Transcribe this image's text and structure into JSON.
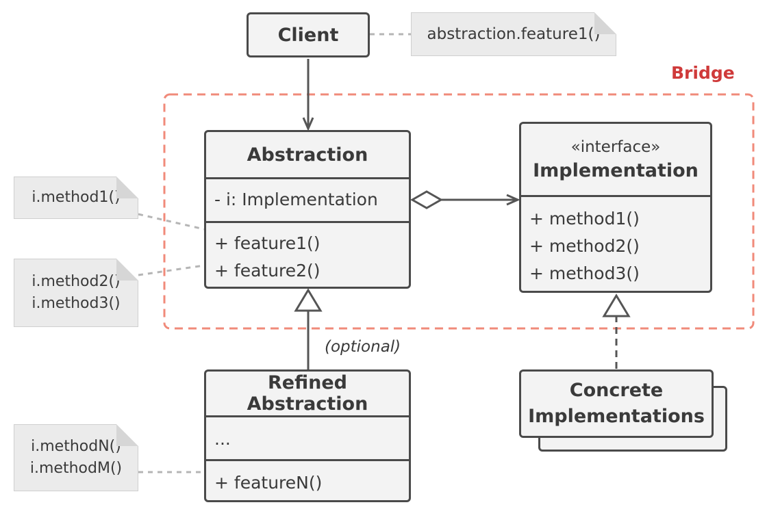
{
  "client": {
    "title": "Client"
  },
  "notes": {
    "client_note": "abstraction.feature1()",
    "feature1_note": "i.method1()",
    "feature2_note": [
      "i.method2()",
      "i.method3()"
    ],
    "featureN_note": [
      "i.methodN()",
      "i.methodM()"
    ]
  },
  "bridge": {
    "label": "Bridge"
  },
  "abstraction": {
    "title": "Abstraction",
    "fields": [
      "- i: Implementation"
    ],
    "methods": [
      "+ feature1()",
      "+ feature2()"
    ]
  },
  "implementation": {
    "stereotype": "«interface»",
    "title": "Implementation",
    "methods": [
      "+ method1()",
      "+ method2()",
      "+ method3()"
    ]
  },
  "refined_abstraction": {
    "title": "Refined Abstraction",
    "fields": [
      "..."
    ],
    "methods": [
      "+ featureN()"
    ]
  },
  "concrete_implementations": {
    "title_lines": [
      "Concrete",
      "Implementations"
    ]
  },
  "relations": {
    "optional_label": "(optional)"
  },
  "colors": {
    "box_fill": "#f3f3f3",
    "box_border": "#4a4a4a",
    "note_fill": "#ebebeb",
    "bridge_border": "#f08a7a",
    "bridge_text": "#cf3a3a",
    "connector": "#555555"
  }
}
